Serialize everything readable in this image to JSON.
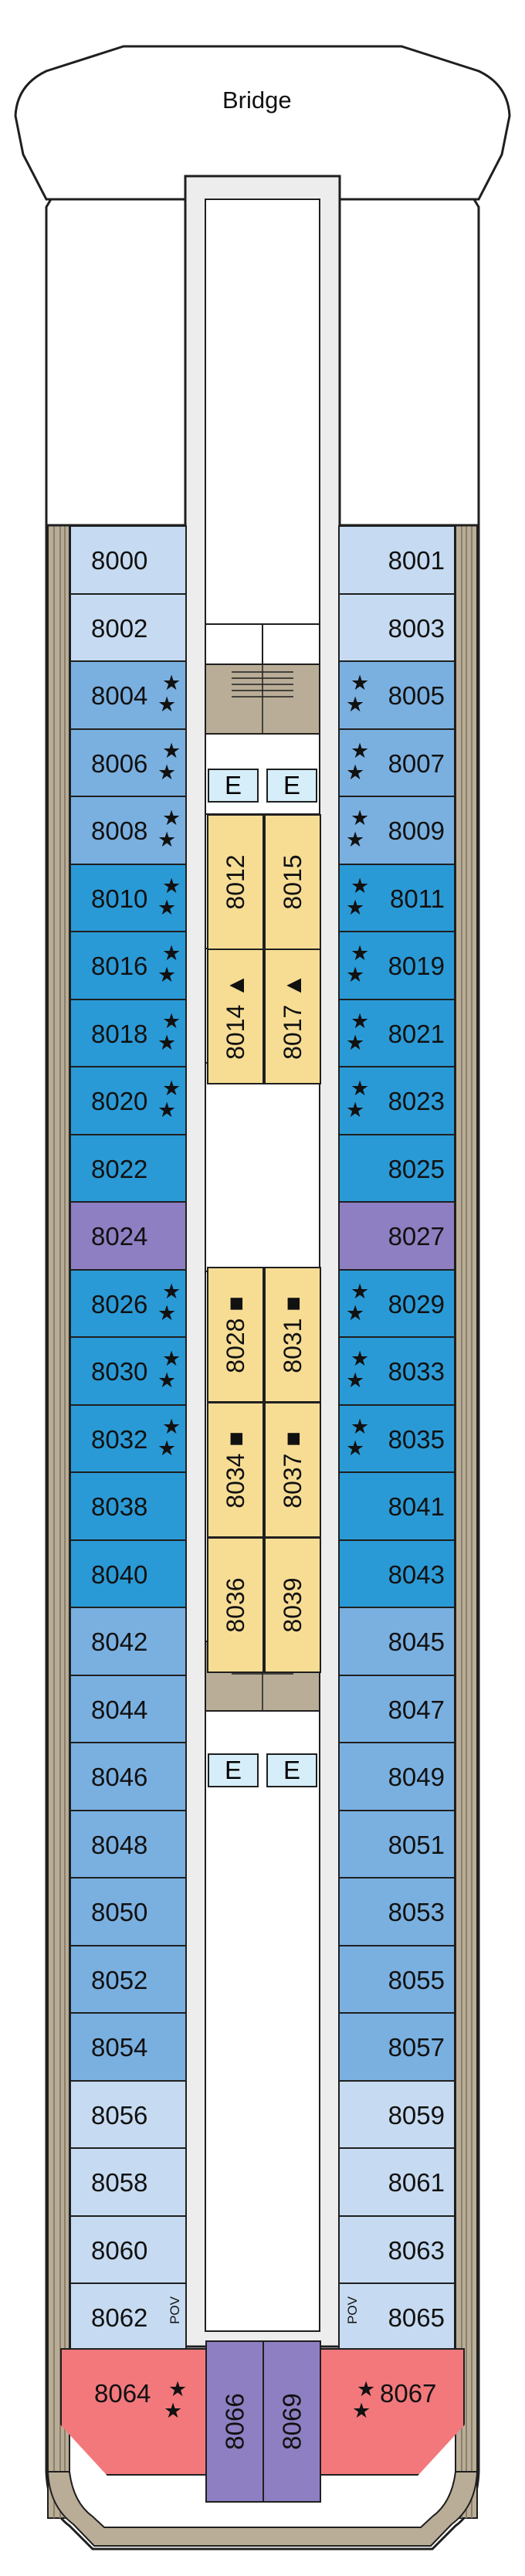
{
  "bridge_label": "Bridge",
  "elevator_label": "E",
  "pov_label": "POV",
  "colors": {
    "pale": "#c6dbf1",
    "medium": "#7ab0e0",
    "vivid": "#2a9ad6",
    "purple": "#8e7fc2",
    "suite": "#f2787c",
    "interior": "#f7dd94",
    "elevator": "#d6eef9",
    "hull": "#b9ad97",
    "corridor": "#ededed"
  },
  "left_cabins": [
    {
      "num": "8000",
      "tone": "pale",
      "stars": 0
    },
    {
      "num": "8002",
      "tone": "pale",
      "stars": 0
    },
    {
      "num": "8004",
      "tone": "medium",
      "stars": 2
    },
    {
      "num": "8006",
      "tone": "medium",
      "stars": 2
    },
    {
      "num": "8008",
      "tone": "medium",
      "stars": 2
    },
    {
      "num": "8010",
      "tone": "vivid",
      "stars": 2
    },
    {
      "num": "8016",
      "tone": "vivid",
      "stars": 2
    },
    {
      "num": "8018",
      "tone": "vivid",
      "stars": 2
    },
    {
      "num": "8020",
      "tone": "vivid",
      "stars": 2
    },
    {
      "num": "8022",
      "tone": "vivid",
      "stars": 0
    },
    {
      "num": "8024",
      "tone": "purple",
      "stars": 0
    },
    {
      "num": "8026",
      "tone": "vivid",
      "stars": 2
    },
    {
      "num": "8030",
      "tone": "vivid",
      "stars": 2
    },
    {
      "num": "8032",
      "tone": "vivid",
      "stars": 2
    },
    {
      "num": "8038",
      "tone": "vivid",
      "stars": 0
    },
    {
      "num": "8040",
      "tone": "vivid",
      "stars": 0
    },
    {
      "num": "8042",
      "tone": "medium",
      "stars": 0
    },
    {
      "num": "8044",
      "tone": "medium",
      "stars": 0
    },
    {
      "num": "8046",
      "tone": "medium",
      "stars": 0
    },
    {
      "num": "8048",
      "tone": "medium",
      "stars": 0
    },
    {
      "num": "8050",
      "tone": "medium",
      "stars": 0
    },
    {
      "num": "8052",
      "tone": "medium",
      "stars": 0
    },
    {
      "num": "8054",
      "tone": "medium",
      "stars": 0
    },
    {
      "num": "8056",
      "tone": "pale",
      "stars": 0
    },
    {
      "num": "8058",
      "tone": "pale",
      "stars": 0
    },
    {
      "num": "8060",
      "tone": "pale",
      "stars": 0
    },
    {
      "num": "8062",
      "tone": "pale",
      "stars": 0,
      "pov": true
    }
  ],
  "right_cabins": [
    {
      "num": "8001",
      "tone": "pale",
      "stars": 0
    },
    {
      "num": "8003",
      "tone": "pale",
      "stars": 0
    },
    {
      "num": "8005",
      "tone": "medium",
      "stars": 2
    },
    {
      "num": "8007",
      "tone": "medium",
      "stars": 2
    },
    {
      "num": "8009",
      "tone": "medium",
      "stars": 2
    },
    {
      "num": "8011",
      "tone": "vivid",
      "stars": 2
    },
    {
      "num": "8019",
      "tone": "vivid",
      "stars": 2
    },
    {
      "num": "8021",
      "tone": "vivid",
      "stars": 2
    },
    {
      "num": "8023",
      "tone": "vivid",
      "stars": 2
    },
    {
      "num": "8025",
      "tone": "vivid",
      "stars": 0
    },
    {
      "num": "8027",
      "tone": "purple",
      "stars": 0
    },
    {
      "num": "8029",
      "tone": "vivid",
      "stars": 2
    },
    {
      "num": "8033",
      "tone": "vivid",
      "stars": 2
    },
    {
      "num": "8035",
      "tone": "vivid",
      "stars": 2
    },
    {
      "num": "8041",
      "tone": "vivid",
      "stars": 0
    },
    {
      "num": "8043",
      "tone": "vivid",
      "stars": 0
    },
    {
      "num": "8045",
      "tone": "medium",
      "stars": 0
    },
    {
      "num": "8047",
      "tone": "medium",
      "stars": 0
    },
    {
      "num": "8049",
      "tone": "medium",
      "stars": 0
    },
    {
      "num": "8051",
      "tone": "medium",
      "stars": 0
    },
    {
      "num": "8053",
      "tone": "medium",
      "stars": 0
    },
    {
      "num": "8055",
      "tone": "medium",
      "stars": 0
    },
    {
      "num": "8057",
      "tone": "medium",
      "stars": 0
    },
    {
      "num": "8059",
      "tone": "pale",
      "stars": 0
    },
    {
      "num": "8061",
      "tone": "pale",
      "stars": 0
    },
    {
      "num": "8063",
      "tone": "pale",
      "stars": 0
    },
    {
      "num": "8065",
      "tone": "pale",
      "stars": 0,
      "pov": true
    }
  ],
  "interior_cabins": [
    {
      "num": "8012",
      "row": 0,
      "col": 0,
      "mark": ""
    },
    {
      "num": "8015",
      "row": 0,
      "col": 1,
      "mark": ""
    },
    {
      "num": "8014",
      "row": 1,
      "col": 0,
      "mark": "▲"
    },
    {
      "num": "8017",
      "row": 1,
      "col": 1,
      "mark": "▲"
    },
    {
      "num": "8028",
      "row": 2,
      "col": 0,
      "mark": "■"
    },
    {
      "num": "8031",
      "row": 2,
      "col": 1,
      "mark": "■"
    },
    {
      "num": "8034",
      "row": 3,
      "col": 0,
      "mark": "■"
    },
    {
      "num": "8037",
      "row": 3,
      "col": 1,
      "mark": "■"
    },
    {
      "num": "8036",
      "row": 4,
      "col": 0,
      "mark": ""
    },
    {
      "num": "8039",
      "row": 4,
      "col": 1,
      "mark": ""
    }
  ],
  "aft_suites": [
    {
      "num": "8064",
      "side": "left",
      "stars": 2
    },
    {
      "num": "8067",
      "side": "right",
      "stars": 2
    }
  ],
  "aft_center_cabins": [
    {
      "num": "8066"
    },
    {
      "num": "8069"
    }
  ]
}
